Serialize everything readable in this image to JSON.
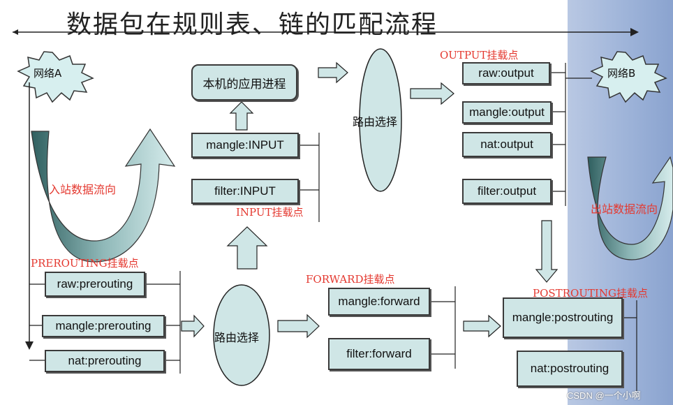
{
  "title": "数据包在规则表、链的匹配流程",
  "networks": {
    "a": "网络A",
    "b": "网络B"
  },
  "flows": {
    "inbound": "入站数据流向",
    "outbound": "出站数据流向"
  },
  "routing": {
    "top": "路由选择",
    "bottom": "路由选择"
  },
  "app_process": "本机的应用进程",
  "hooks": {
    "prerouting": "PREROUTING挂载点",
    "input": "INPUT挂载点",
    "forward": "FORWARD挂载点",
    "output": "OUTPUT挂载点",
    "postrouting": "POSTROUTING挂载点"
  },
  "tables": {
    "prerouting": [
      "raw:prerouting",
      "mangle:prerouting",
      "nat:prerouting"
    ],
    "input": [
      "mangle:INPUT",
      "filter:INPUT"
    ],
    "forward": [
      "mangle:forward",
      "filter:forward"
    ],
    "output": [
      "raw:output",
      "mangle:output",
      "nat:output",
      "filter:output"
    ],
    "postrouting": [
      "mangle:postrouting",
      "nat:postrouting"
    ]
  },
  "watermark": "CSDN @一个小啊",
  "colors": {
    "box_fill": "#cfe6e6",
    "hook_text": "#e4382f",
    "right_panel": "#9cb2d8"
  }
}
